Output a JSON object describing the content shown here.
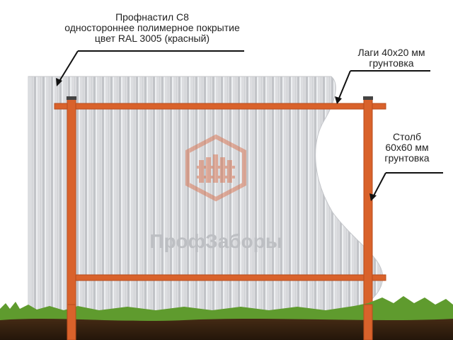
{
  "labels": {
    "sheet": {
      "line1": "Профнастил С8",
      "line2": "одностороннее полимерное покрытие",
      "line3": "цвет RAL 3005 (красный)"
    },
    "lagi": {
      "line1": "Лаги 40х20 мм",
      "line2": "грунтовка"
    },
    "post": {
      "line1": "Столб",
      "line2": "60х60 мм",
      "line3": "грунтовка"
    }
  },
  "watermark": {
    "text": "ПрофЗаборы",
    "logo_icon": "fence-hexagon-logo-icon"
  },
  "colors": {
    "sheet": "#d9dadc",
    "frame": "#d9622b",
    "frame_dark": "#b84c1c",
    "grass": "#5f9b2e",
    "soil": "#3a2413",
    "leader": "#111111",
    "watermark": "#d97a5a"
  }
}
